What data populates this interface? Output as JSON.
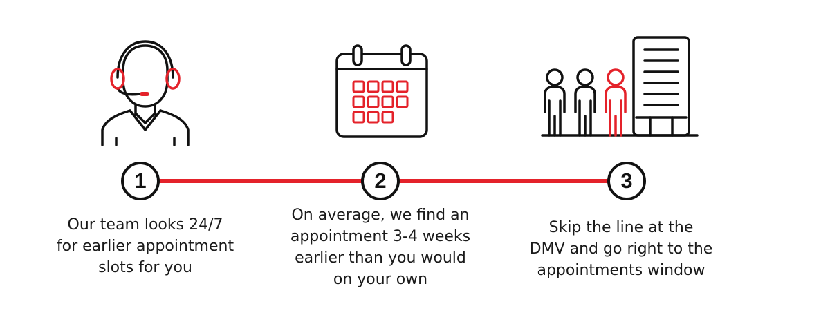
{
  "colors": {
    "accent": "#e4222a",
    "ink": "#111111",
    "text": "#1a1a1a"
  },
  "steps": [
    {
      "number": "1",
      "icon": "headset-agent-icon",
      "lines": [
        "Our team looks 24/7",
        "for earlier appointment",
        "slots for you"
      ]
    },
    {
      "number": "2",
      "icon": "calendar-icon",
      "lines": [
        "On average, we find an",
        "appointment 3-4 weeks",
        "earlier than you would",
        "on your own"
      ]
    },
    {
      "number": "3",
      "icon": "people-line-building-icon",
      "lines": [
        "Skip the line at the",
        "DMV and go right to the",
        "appointments window"
      ]
    }
  ]
}
